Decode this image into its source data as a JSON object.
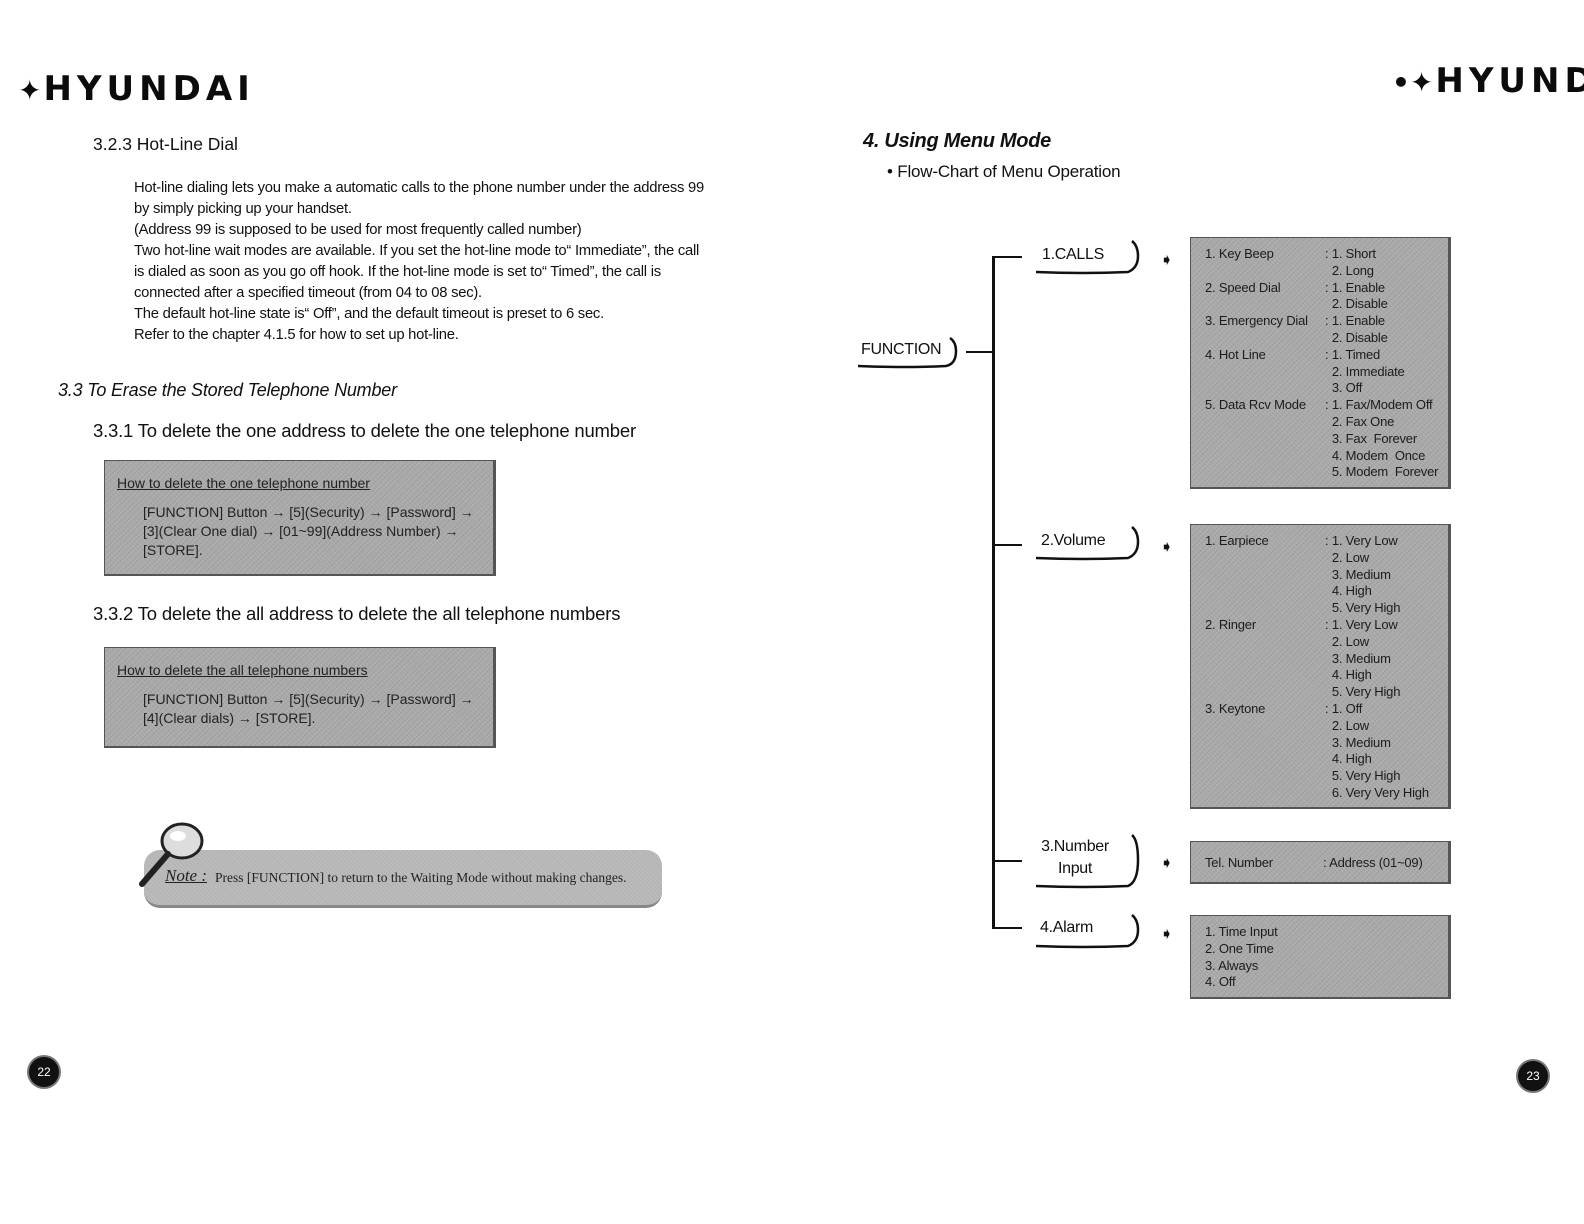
{
  "left": {
    "logo": "HYUNDAI",
    "section_323": {
      "heading": "3.2.3 Hot-Line Dial",
      "lines": [
        "Hot-line dialing lets you make a automatic calls to the phone number under the address 99",
        "by simply picking up your handset.",
        "(Address 99 is supposed to be used for most frequently called number)",
        "Two hot-line wait modes are available. If you set the hot-line mode to“ Immediate”, the call",
        "is dialed as soon as you go off hook. If the hot-line mode is set to“ Timed”, the call is",
        "connected after a specified timeout (from 04 to 08 sec).",
        "The default hot-line state is“ Off”, and the default timeout is preset to 6 sec.",
        "Refer to the chapter 4.1.5 for how to set up hot-line."
      ]
    },
    "section_33": {
      "heading": "3.3 To Erase the Stored Telephone Number"
    },
    "section_331": {
      "heading": "3.3.1 To delete the one address to delete the one telephone number",
      "box_title": "How to delete the one telephone number",
      "box_lines": [
        "[FUNCTION] Button → [5](Security) → [Password] →",
        "[3](Clear One dial) → [01~99](Address Number) →",
        "[STORE]."
      ]
    },
    "section_332": {
      "heading": "3.3.2 To delete the all address to delete the all telephone numbers",
      "box_title": "How to delete the all telephone numbers",
      "box_lines": [
        "[FUNCTION] Button → [5](Security) → [Password] →",
        "[4](Clear dials) → [STORE]."
      ]
    },
    "note": {
      "label": "Note :",
      "text": "Press [FUNCTION] to return to the Waiting Mode without making changes."
    },
    "page_number": "22"
  },
  "right": {
    "logo": "HYUNDA",
    "title": "4. Using Menu Mode",
    "bullet": "Flow-Chart of Menu Operation",
    "root": "FUNCTION",
    "branches": [
      {
        "label_lines": [
          "1.CALLS"
        ],
        "rows": [
          [
            "1. Key Beep",
            ": 1. Short"
          ],
          [
            "",
            "  2. Long"
          ],
          [
            "2. Speed Dial",
            ": 1. Enable"
          ],
          [
            "",
            "  2. Disable"
          ],
          [
            "3. Emergency Dial",
            ": 1. Enable"
          ],
          [
            "",
            "  2. Disable"
          ],
          [
            "4. Hot Line",
            ": 1. Timed"
          ],
          [
            "",
            "  2. Immediate"
          ],
          [
            "",
            "  3. Off"
          ],
          [
            "5. Data Rcv Mode",
            ": 1. Fax/Modem Off"
          ],
          [
            "",
            "  2. Fax One"
          ],
          [
            "",
            "  3. Fax  Forever"
          ],
          [
            "",
            "  4. Modem  Once"
          ],
          [
            "",
            "  5. Modem  Forever"
          ]
        ]
      },
      {
        "label_lines": [
          "2.Volume"
        ],
        "rows": [
          [
            "1. Earpiece",
            ": 1. Very Low"
          ],
          [
            "",
            "  2. Low"
          ],
          [
            "",
            "  3. Medium"
          ],
          [
            "",
            "  4. High"
          ],
          [
            "",
            "  5. Very High"
          ],
          [
            "2. Ringer",
            ": 1. Very Low"
          ],
          [
            "",
            "  2. Low"
          ],
          [
            "",
            "  3. Medium"
          ],
          [
            "",
            "  4. High"
          ],
          [
            "",
            "  5. Very High"
          ],
          [
            "3. Keytone",
            ": 1. Off"
          ],
          [
            "",
            "  2. Low"
          ],
          [
            "",
            "  3. Medium"
          ],
          [
            "",
            "  4. High"
          ],
          [
            "",
            "  5. Very High"
          ],
          [
            "",
            "  6. Very Very High"
          ]
        ]
      },
      {
        "label_lines": [
          "3.Number",
          "Input"
        ],
        "rows": [
          [
            "Tel. Number",
            ": Address (01~09)"
          ]
        ]
      },
      {
        "label_lines": [
          "4.Alarm"
        ],
        "rows": [
          [
            "1. Time Input",
            ""
          ],
          [
            "2. One Time",
            ""
          ],
          [
            "3. Always",
            ""
          ],
          [
            "4. Off",
            ""
          ]
        ]
      }
    ],
    "page_number": "23"
  }
}
